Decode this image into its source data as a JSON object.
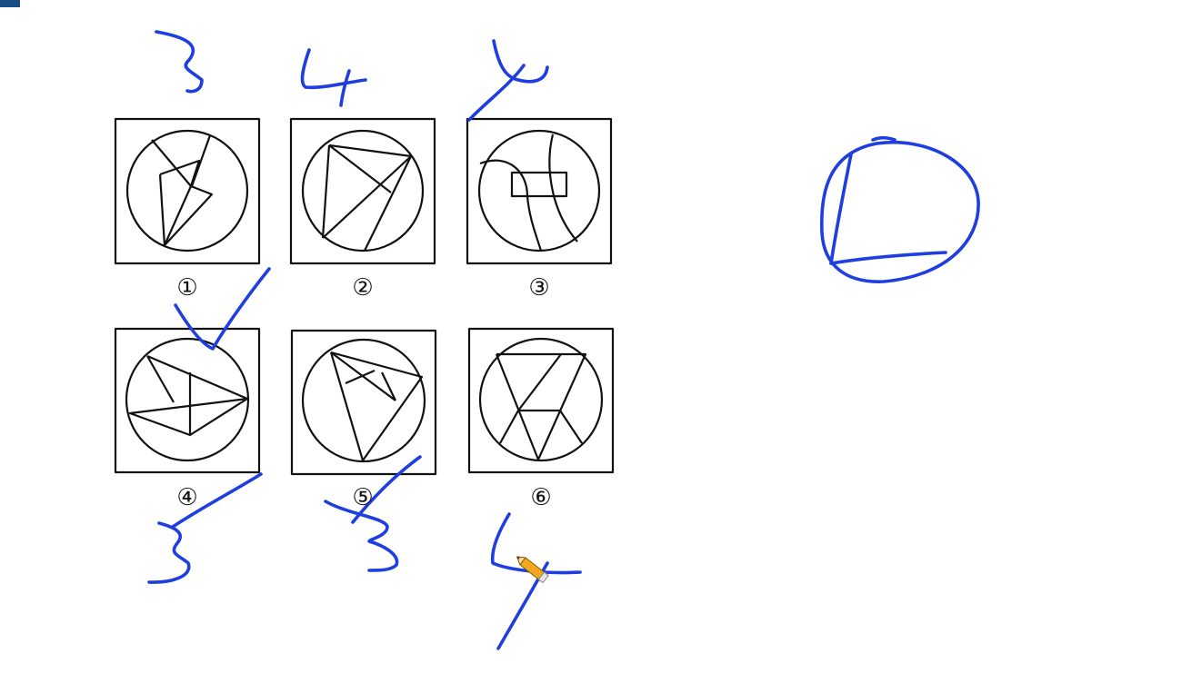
{
  "ink_color": "#1f3ee0",
  "figure_stroke": "#111111",
  "figures": [
    {
      "label": "①"
    },
    {
      "label": "②"
    },
    {
      "label": "③"
    },
    {
      "label": "④"
    },
    {
      "label": "⑤"
    },
    {
      "label": "⑥"
    }
  ],
  "annotations": [
    {
      "text": "3"
    },
    {
      "text": "4"
    },
    {
      "text": "4"
    },
    {
      "text": "3"
    },
    {
      "text": "3"
    },
    {
      "text": "4"
    }
  ],
  "cursor_icon": "pencil-icon",
  "corner_mark_color": "#1a4d86"
}
